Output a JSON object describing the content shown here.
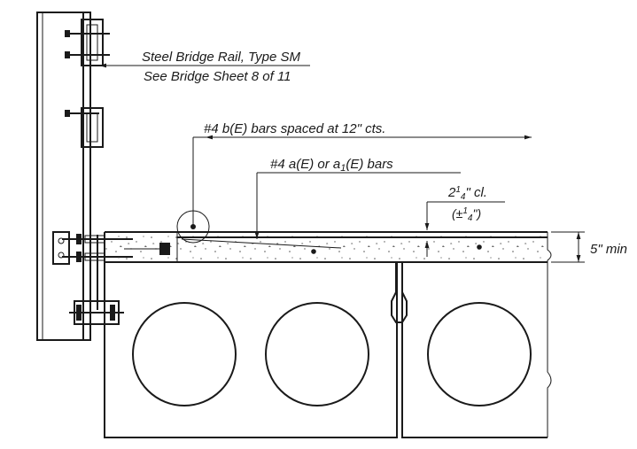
{
  "labels": {
    "rail_title": "Steel Bridge Rail, Type SM",
    "rail_ref": "See Bridge Sheet 8 of 11",
    "b_bars": "#4 b(E) bars spaced at 12\" cts.",
    "a_bars_pre": "#4 a(E) or a",
    "a_bars_sub": "1",
    "a_bars_post": "(E) bars",
    "clear_whole": "2",
    "clear_frac": "1",
    "clear_den": "4",
    "clear_post": "\" cl.",
    "tol_pre": "(±",
    "tol_num": "1",
    "tol_den": "4",
    "tol_post": "\")",
    "thickness": "5\" min"
  },
  "colors": {
    "ink": "#1a1a1a",
    "paper": "#ffffff"
  }
}
